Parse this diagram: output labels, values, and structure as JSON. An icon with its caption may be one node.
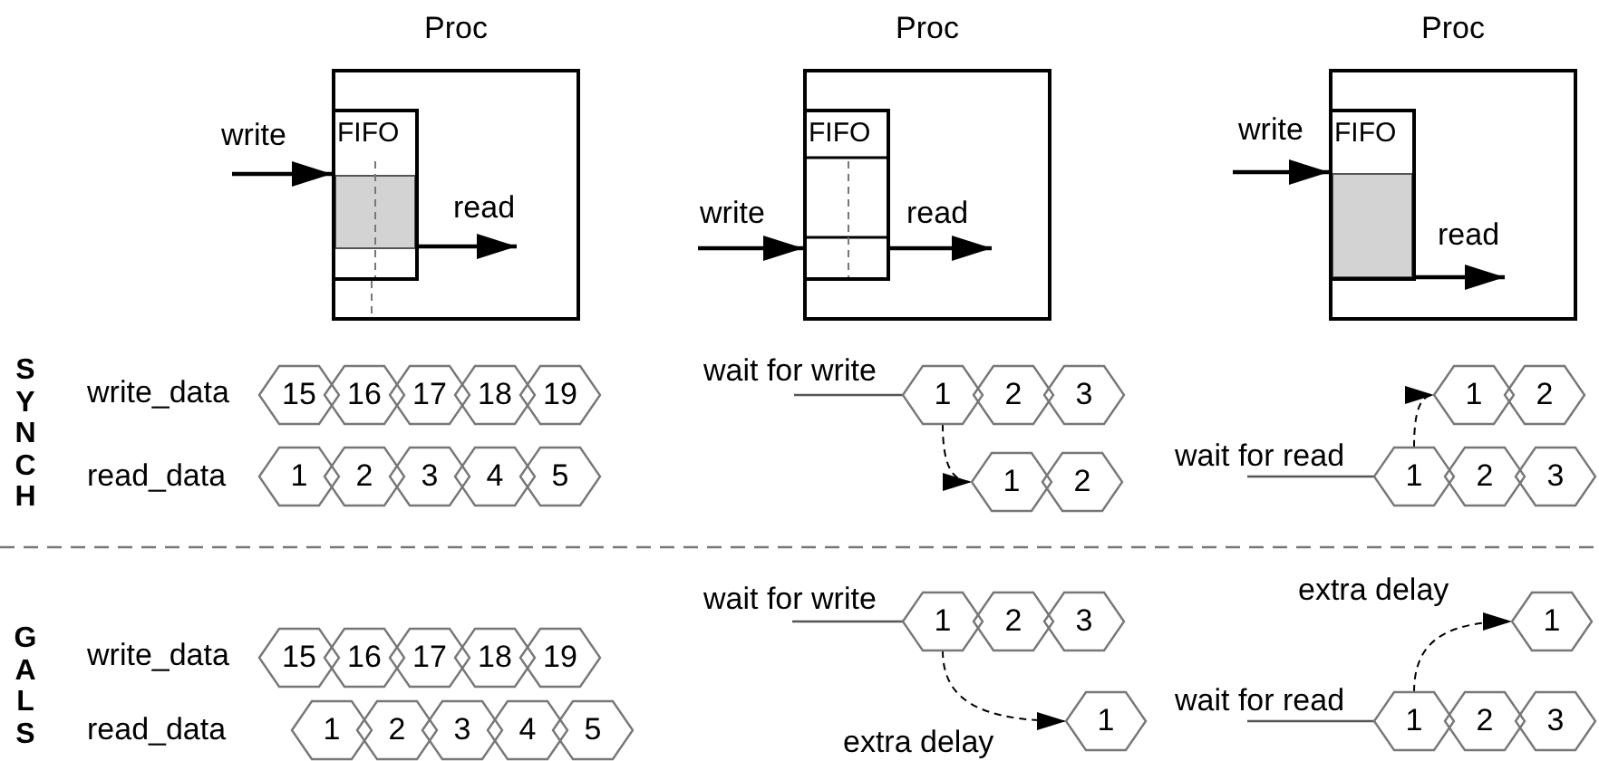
{
  "diagram": {
    "nodes": [
      {
        "text": [
          "Proc"
        ]
      },
      {
        "text": [
          "FIFO"
        ],
        "in": 0
      },
      {
        "text": [
          "Proc"
        ]
      },
      {
        "text": [
          "FIFO"
        ],
        "in": 2
      },
      {
        "text": [
          "Proc"
        ]
      },
      {
        "text": [
          "FIFO"
        ],
        "in": 4
      },
      {
        "text": [
          "15"
        ]
      },
      {
        "text": [
          "16"
        ]
      },
      {
        "text": [
          "17"
        ]
      },
      {
        "text": [
          "18"
        ]
      },
      {
        "text": [
          "19"
        ]
      },
      {
        "text": [
          "1"
        ],
        "beside": [
          "wait for write"
        ]
      },
      {
        "text": [
          "2"
        ]
      },
      {
        "text": [
          "3"
        ]
      },
      {
        "text": [
          "1"
        ]
      },
      {
        "text": [
          "2"
        ]
      },
      {
        "text": [
          "1"
        ]
      },
      {
        "text": [
          "2"
        ]
      },
      {
        "text": [
          "3"
        ]
      },
      {
        "text": [
          "4"
        ]
      },
      {
        "text": [
          "5"
        ]
      },
      {
        "text": [
          "1"
        ]
      },
      {
        "text": [
          "2"
        ]
      },
      {
        "text": [
          "1"
        ],
        "beside": [
          "wait for read"
        ]
      },
      {
        "text": [
          "2"
        ]
      },
      {
        "text": [
          "3"
        ]
      },
      {
        "text": [
          "15"
        ]
      },
      {
        "text": [
          "16"
        ]
      },
      {
        "text": [
          "17"
        ]
      },
      {
        "text": [
          "18"
        ]
      },
      {
        "text": [
          "19"
        ]
      },
      {
        "text": [
          "1"
        ],
        "beside": [
          "wait for write"
        ]
      },
      {
        "text": [
          "2"
        ]
      },
      {
        "text": [
          "3"
        ]
      },
      {
        "text": [
          "1"
        ]
      },
      {
        "text": [
          "1"
        ]
      },
      {
        "text": [
          "2"
        ]
      },
      {
        "text": [
          "3"
        ]
      },
      {
        "text": [
          "4"
        ]
      },
      {
        "text": [
          "5"
        ]
      },
      {
        "text": [
          "1"
        ]
      },
      {
        "text": [
          "1"
        ],
        "beside": [
          "wait for read"
        ]
      },
      {
        "text": [
          "2"
        ]
      },
      {
        "text": [
          "3"
        ]
      }
    ],
    "edges": [
      {
        "from": null,
        "to": 1,
        "arrow": "to",
        "label": "write"
      },
      {
        "from": 1,
        "to": null,
        "arrow": "to",
        "label": "read"
      },
      {
        "from": null,
        "to": 3,
        "arrow": "to",
        "label": "write"
      },
      {
        "from": 3,
        "to": null,
        "arrow": "to",
        "label": "read"
      },
      {
        "from": null,
        "to": 5,
        "arrow": "to",
        "label": "write"
      },
      {
        "from": 5,
        "to": null,
        "arrow": "to",
        "label": "read"
      },
      {
        "from": 11,
        "to": 21,
        "arrow": "to",
        "style": "dashed"
      },
      {
        "from": 23,
        "to": 14,
        "arrow": "to",
        "style": "dashed"
      },
      {
        "from": 31,
        "to": 40,
        "arrow": "to",
        "style": "dashed",
        "label": "extra delay"
      },
      {
        "from": 41,
        "to": 34,
        "arrow": "to",
        "style": "dashed",
        "label": "extra delay"
      },
      {
        "from": 1,
        "to": null,
        "arrow": "none",
        "style": "dashed",
        "color": "#777777"
      }
    ],
    "labels": [
      "SYNCH",
      "write_data",
      "read_data",
      "GALS",
      "write_data",
      "read_data"
    ]
  }
}
